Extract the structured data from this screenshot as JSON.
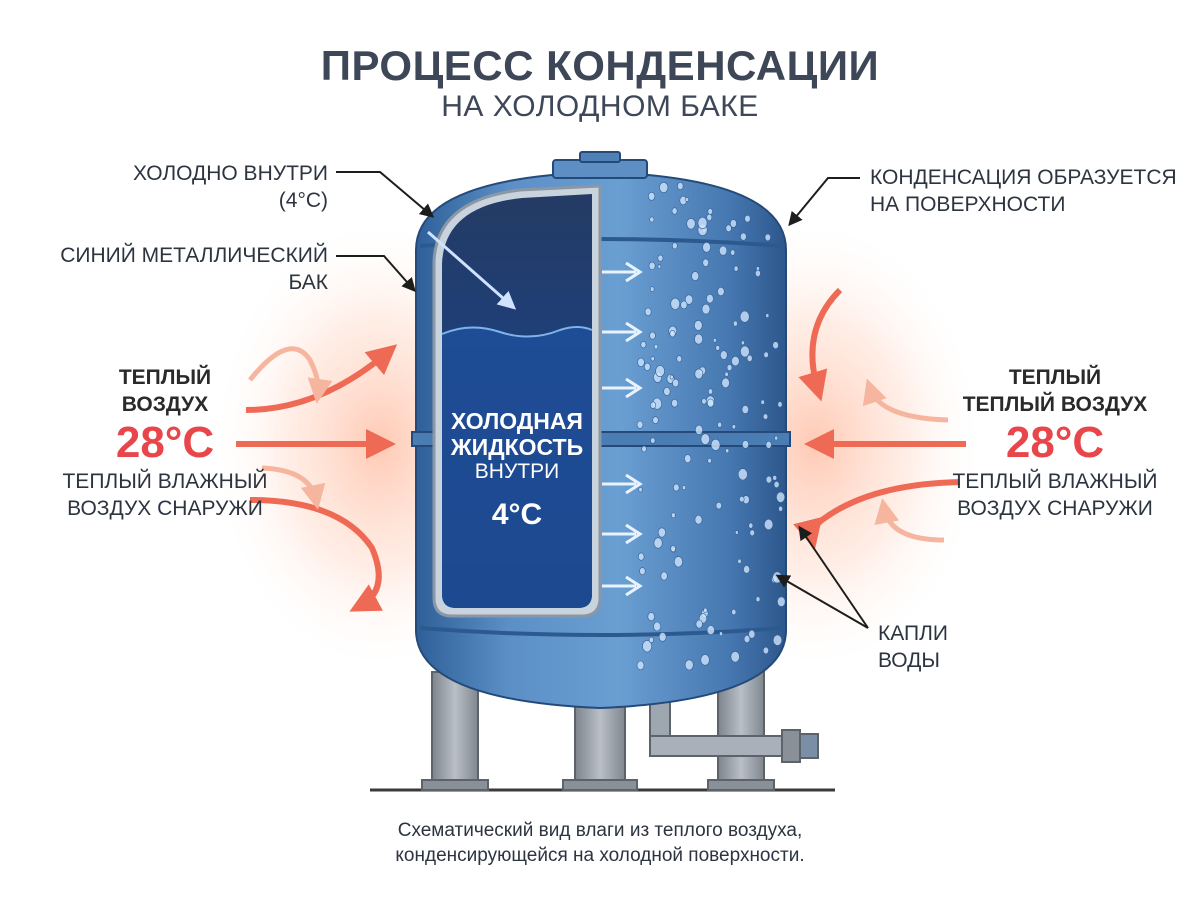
{
  "header": {
    "title": "ПРОЦЕСС КОНДЕНСАЦИИ",
    "subtitle": "НА ХОЛОДНОМ БАКЕ"
  },
  "labels": {
    "cold_inside_line1": "ХОЛОДНО ВНУТРИ",
    "cold_inside_line2": "(4°C)",
    "tank_line1": "СИНИЙ МЕТАЛЛИЧЕСКИЙ",
    "tank_line2": "БАК",
    "condensation_line1": "КОНДЕНСАЦИЯ ОБРАЗУЕТСЯ",
    "condensation_line2": "НА ПОВЕРХНОСТИ",
    "drops_line1": "КАПЛИ",
    "drops_line2": "ВОДЫ"
  },
  "left_air": {
    "head_line1": "ТЕПЛЫЙ",
    "head_line2": "ВОЗДУХ",
    "temp": "28°C",
    "desc_line1": "ТЕПЛЫЙ ВЛАЖНЫЙ",
    "desc_line2": "ВОЗДУХ СНАРУЖИ"
  },
  "right_air": {
    "head_line1": "ТЕПЛЫЙ",
    "head_line2": "ТЕПЛЫЙ ВОЗДУХ",
    "temp": "28°C",
    "desc_line1": "ТЕПЛЫЙ ВЛАЖНЫЙ",
    "desc_line2": "ВОЗДУХ СНАРУЖИ"
  },
  "inside": {
    "line1": "ХОЛОДНАЯ",
    "line2": "ЖИДКОСТЬ",
    "line3": "ВНУТРИ",
    "temp": "4°C"
  },
  "caption": {
    "line1": "Схематический вид влаги из теплого воздуха,",
    "line2": "конденсирующейся на холодной поверхности."
  },
  "colors": {
    "tank_blue": "#4f86c0",
    "liquid_dark": "#17325f",
    "warm_arrow": "#ef6a55",
    "warm_glow": "#ffd2c0",
    "leg_gray": "#9aa1aa"
  }
}
